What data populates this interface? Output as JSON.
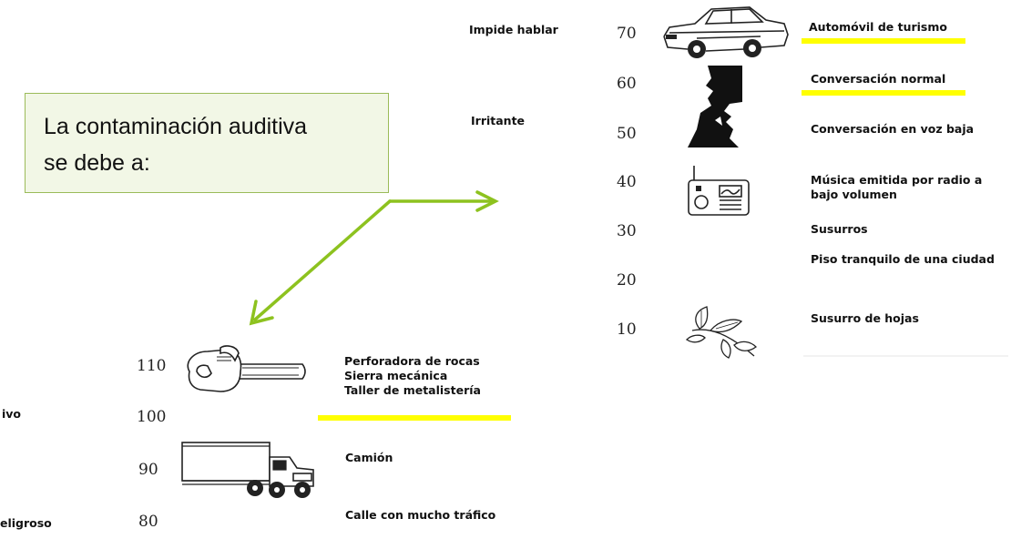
{
  "callout": {
    "line1": "La contaminación auditiva",
    "line2": "se debe a:"
  },
  "colors": {
    "highlight": "#ffff00",
    "arrow": "#8dc21f",
    "callout_border": "#9bbb59",
    "callout_fill": "#f2f7e6"
  },
  "right_panel": {
    "levels": [
      {
        "value": "70",
        "label": "Automóvil de turismo",
        "icon": "car-icon",
        "highlight": true
      },
      {
        "value": "60",
        "label": "Conversación normal",
        "icon": "conversation-icon",
        "highlight": true
      },
      {
        "value": "50",
        "label": "Conversación en voz baja",
        "icon": "",
        "highlight": false
      },
      {
        "value": "40",
        "label_line1": "Música emitida por radio a",
        "label_line2": "bajo volumen",
        "icon": "radio-icon",
        "highlight": false
      },
      {
        "value": "30",
        "label": "Susurros",
        "icon": "",
        "highlight": false
      },
      {
        "value": "20",
        "label": "Piso tranquilo de una ciudad",
        "icon": "",
        "highlight": false
      },
      {
        "value": "10",
        "label": "Susurro de hojas",
        "icon": "leaves-icon",
        "highlight": false
      }
    ],
    "categories": [
      {
        "label": "Impide hablar"
      },
      {
        "label": "Irritante"
      }
    ]
  },
  "left_panel": {
    "levels": [
      {
        "value": "110",
        "label_lines": [
          "Perforadora de rocas",
          "Sierra mecánica",
          "Taller de metalistería"
        ],
        "icon": "chainsaw-icon",
        "highlight": true
      },
      {
        "value": "100",
        "label": "",
        "icon": ""
      },
      {
        "value": "90",
        "label": "Camión",
        "icon": "truck-icon"
      },
      {
        "value": "80",
        "label": "Calle con mucho tráfico",
        "icon": ""
      }
    ],
    "categories": [
      {
        "label": "ivo"
      },
      {
        "label": "eligroso"
      }
    ]
  }
}
